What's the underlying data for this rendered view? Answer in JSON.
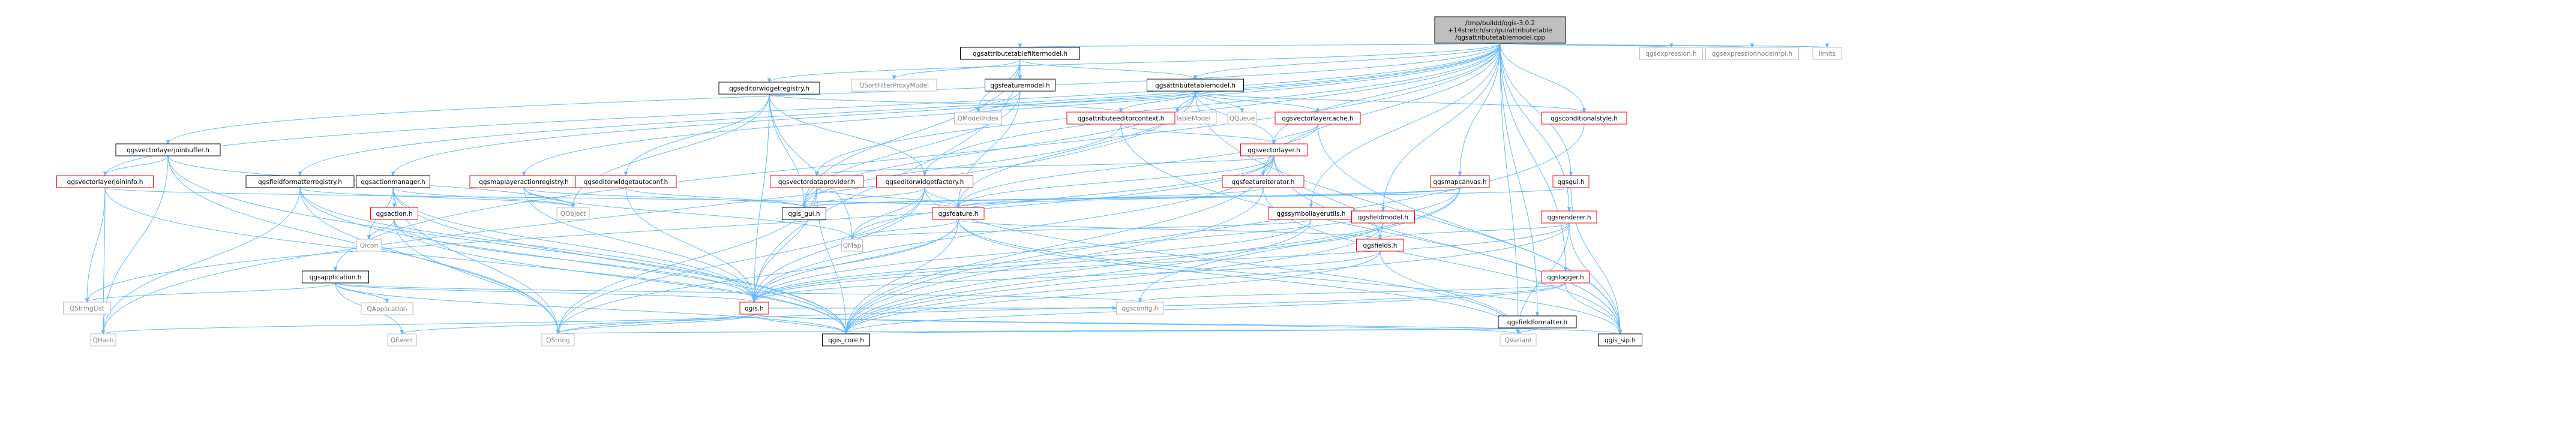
{
  "graph": {
    "colors": {
      "edge": "#63b8ff",
      "root_fill": "#bfbfbf",
      "node_fill": "#ffffff",
      "node_border_default": "#000000",
      "node_border_ref": "#ff0000",
      "node_border_external": "#bfbfbf",
      "text_default": "#000000",
      "text_external": "#808080"
    },
    "nodes": [
      {
        "id": "root",
        "label": [
          "/tmp/buildd/qgis-3.0.2",
          "+14stretch/src/gui/attributetable",
          "/qgsattributetablemodel.cpp"
        ],
        "kind": "root"
      },
      {
        "id": "qgsattributetablefiltermodel",
        "label": [
          "qgsattributetablefiltermodel.h"
        ],
        "kind": "default"
      },
      {
        "id": "qgsattributetablemodel",
        "label": [
          "qgsattributetablemodel.h"
        ],
        "kind": "default"
      },
      {
        "id": "qgseditorwidgetregistry",
        "label": [
          "qgseditorwidgetregistry.h"
        ],
        "kind": "default"
      },
      {
        "id": "qgsfeaturemodel",
        "label": [
          "qgsfeaturemodel.h"
        ],
        "kind": "default"
      },
      {
        "id": "qsortfilterproxymodel",
        "label": [
          "QSortFilterProxyModel"
        ],
        "kind": "external"
      },
      {
        "id": "qmodelindex",
        "label": [
          "QModelIndex"
        ],
        "kind": "external"
      },
      {
        "id": "qabstracttablemodel",
        "label": [
          "QAbstractTableModel"
        ],
        "kind": "external"
      },
      {
        "id": "qqueue",
        "label": [
          "QQueue"
        ],
        "kind": "external"
      },
      {
        "id": "qgsattributeeditorcontext",
        "label": [
          "qgsattributeeditorcontext.h"
        ],
        "kind": "ref"
      },
      {
        "id": "qgsvectorlayercache",
        "label": [
          "qgsvectorlayercache.h"
        ],
        "kind": "ref"
      },
      {
        "id": "qgsconditionalstyle",
        "label": [
          "qgsconditionalstyle.h"
        ],
        "kind": "ref"
      },
      {
        "id": "qgsvectorlayer",
        "label": [
          "qgsvectorlayer.h"
        ],
        "kind": "ref"
      },
      {
        "id": "qgsexpression",
        "label": [
          "qgsexpression.h"
        ],
        "kind": "external"
      },
      {
        "id": "qgsexpressionnodeimpl",
        "label": [
          "qgsexpressionnodeimpl.h"
        ],
        "kind": "external"
      },
      {
        "id": "limits",
        "label": [
          "limits"
        ],
        "kind": "external"
      },
      {
        "id": "qgsvectorlayerjoinbuffer",
        "label": [
          "qgsvectorlayerjoinbuffer.h"
        ],
        "kind": "default"
      },
      {
        "id": "qgsvectorlayerjoininfo",
        "label": [
          "qgsvectorlayerjoininfo.h"
        ],
        "kind": "ref"
      },
      {
        "id": "qgsfieldformatterregistry",
        "label": [
          "qgsfieldformatterregistry.h"
        ],
        "kind": "default"
      },
      {
        "id": "qgsactionmanager",
        "label": [
          "qgsactionmanager.h"
        ],
        "kind": "default"
      },
      {
        "id": "qgsaction",
        "label": [
          "qgsaction.h"
        ],
        "kind": "ref"
      },
      {
        "id": "qgsmaplayeractionregistry",
        "label": [
          "qgsmaplayeractionregistry.h"
        ],
        "kind": "ref"
      },
      {
        "id": "qgseditorwidgetautoconf",
        "label": [
          "qgseditorwidgetautoconf.h"
        ],
        "kind": "ref"
      },
      {
        "id": "qgsvectordataprovider",
        "label": [
          "qgsvectordataprovider.h"
        ],
        "kind": "ref"
      },
      {
        "id": "qgseditorwidgetfactory",
        "label": [
          "qgseditorwidgetfactory.h"
        ],
        "kind": "ref"
      },
      {
        "id": "qgsfeatureiterator",
        "label": [
          "qgsfeatureiterator.h"
        ],
        "kind": "ref"
      },
      {
        "id": "qgsmapcanvas",
        "label": [
          "qgsmapcanvas.h"
        ],
        "kind": "ref"
      },
      {
        "id": "qgsgui",
        "label": [
          "qgsgui.h"
        ],
        "kind": "ref"
      },
      {
        "id": "qobject",
        "label": [
          "QObject"
        ],
        "kind": "external"
      },
      {
        "id": "qgis_gui",
        "label": [
          "qgis_gui.h"
        ],
        "kind": "default"
      },
      {
        "id": "qgsfeature",
        "label": [
          "qgsfeature.h"
        ],
        "kind": "ref"
      },
      {
        "id": "qgssymbollayerutils",
        "label": [
          "qgssymbollayerutils.h"
        ],
        "kind": "ref"
      },
      {
        "id": "qgsfieldmodel",
        "label": [
          "qgsfieldmodel.h"
        ],
        "kind": "ref"
      },
      {
        "id": "qgsrenderer",
        "label": [
          "qgsrenderer.h"
        ],
        "kind": "ref"
      },
      {
        "id": "qicon",
        "label": [
          "QIcon"
        ],
        "kind": "external"
      },
      {
        "id": "qmap",
        "label": [
          "QMap"
        ],
        "kind": "external"
      },
      {
        "id": "qgsfields",
        "label": [
          "qgsfields.h"
        ],
        "kind": "ref"
      },
      {
        "id": "qgsapplication",
        "label": [
          "qgsapplication.h"
        ],
        "kind": "default"
      },
      {
        "id": "qapplication",
        "label": [
          "QApplication"
        ],
        "kind": "external"
      },
      {
        "id": "qstringlist",
        "label": [
          "QStringList"
        ],
        "kind": "external"
      },
      {
        "id": "qgslogger",
        "label": [
          "qgslogger.h"
        ],
        "kind": "ref"
      },
      {
        "id": "qgis",
        "label": [
          "qgis.h"
        ],
        "kind": "ref"
      },
      {
        "id": "qgsconfig",
        "label": [
          "qgsconfig.h"
        ],
        "kind": "external"
      },
      {
        "id": "qgsfieldformatter",
        "label": [
          "qgsfieldformatter.h"
        ],
        "kind": "default"
      },
      {
        "id": "qhash",
        "label": [
          "QHash"
        ],
        "kind": "external"
      },
      {
        "id": "qevent",
        "label": [
          "QEvent"
        ],
        "kind": "external"
      },
      {
        "id": "qstring",
        "label": [
          "QString"
        ],
        "kind": "external"
      },
      {
        "id": "qgis_core",
        "label": [
          "qgis_core.h"
        ],
        "kind": "default"
      },
      {
        "id": "qvariant",
        "label": [
          "QVariant"
        ],
        "kind": "external"
      },
      {
        "id": "qgis_sip",
        "label": [
          "qgis_sip.h"
        ],
        "kind": "default"
      }
    ],
    "edges": [
      [
        "root",
        "qgsattributetablefiltermodel"
      ],
      [
        "root",
        "qgsattributetablemodel"
      ],
      [
        "root",
        "qgseditorwidgetregistry"
      ],
      [
        "root",
        "qgsconditionalstyle"
      ],
      [
        "root",
        "qgsvectorlayer"
      ],
      [
        "root",
        "qgsexpression"
      ],
      [
        "root",
        "qgsexpressionnodeimpl"
      ],
      [
        "root",
        "limits"
      ],
      [
        "root",
        "qgsvectorlayerjoinbuffer"
      ],
      [
        "root",
        "qgsvectorlayerjoininfo"
      ],
      [
        "root",
        "qgsfieldformatterregistry"
      ],
      [
        "root",
        "qgsactionmanager"
      ],
      [
        "root",
        "qgsmaplayeractionregistry"
      ],
      [
        "root",
        "qgsvectordataprovider"
      ],
      [
        "root",
        "qgseditorwidgetfactory"
      ],
      [
        "root",
        "qgsfeatureiterator"
      ],
      [
        "root",
        "qgsmapcanvas"
      ],
      [
        "root",
        "qgsgui"
      ],
      [
        "root",
        "qgsrenderer"
      ],
      [
        "root",
        "qgslogger"
      ],
      [
        "root",
        "qgsapplication"
      ],
      [
        "root",
        "qgsfieldformatter"
      ],
      [
        "root",
        "qgssymbollayerutils"
      ],
      [
        "root",
        "qgsfieldmodel"
      ],
      [
        "root",
        "qvariant"
      ],
      [
        "qgsattributetablefiltermodel",
        "qsortfilterproxymodel"
      ],
      [
        "qgsattributetablefiltermodel",
        "qgsfeaturemodel"
      ],
      [
        "qgsattributetablefiltermodel",
        "qgsattributetablemodel"
      ],
      [
        "qgsattributetablefiltermodel",
        "qmodelindex"
      ],
      [
        "qgsattributetablefiltermodel",
        "qgis_gui"
      ],
      [
        "qgsattributetablefiltermodel",
        "qgis"
      ],
      [
        "qgsfeaturemodel",
        "qmodelindex"
      ],
      [
        "qgsfeaturemodel",
        "qgis_gui"
      ],
      [
        "qgsfeaturemodel",
        "qgsfeature"
      ],
      [
        "qgsattributetablemodel",
        "qabstracttablemodel"
      ],
      [
        "qgsattributetablemodel",
        "qmodelindex"
      ],
      [
        "qgsattributetablemodel",
        "qqueue"
      ],
      [
        "qgsattributetablemodel",
        "qgsattributeeditorcontext"
      ],
      [
        "qgsattributetablemodel",
        "qgsvectorlayercache"
      ],
      [
        "qgsattributetablemodel",
        "qgsconditionalstyle"
      ],
      [
        "qgsattributetablemodel",
        "qgsvectorlayer"
      ],
      [
        "qgsattributetablemodel",
        "qgis_gui"
      ],
      [
        "qgsattributetablemodel",
        "qgis_sip"
      ],
      [
        "qgsattributetablemodel",
        "qgsfeature"
      ],
      [
        "qgsattributetablemodel",
        "qhash"
      ],
      [
        "qgseditorwidgetregistry",
        "qobject"
      ],
      [
        "qgseditorwidgetregistry",
        "qmap"
      ],
      [
        "qgseditorwidgetregistry",
        "qgseditorwidgetautoconf"
      ],
      [
        "qgseditorwidgetregistry",
        "qgseditorwidgetfactory"
      ],
      [
        "qgseditorwidgetregistry",
        "qgsattributeeditorcontext"
      ],
      [
        "qgseditorwidgetregistry",
        "qgis_gui"
      ],
      [
        "qgseditorwidgetregistry",
        "qgis"
      ],
      [
        "qgsattributeeditorcontext",
        "qgsvectorlayer"
      ],
      [
        "qgsattributeeditorcontext",
        "qgis_gui"
      ],
      [
        "qgsattributeeditorcontext",
        "qgis_sip"
      ],
      [
        "qgsvectorlayercache",
        "qgsvectorlayer"
      ],
      [
        "qgsvectorlayercache",
        "qgis_sip"
      ],
      [
        "qgsvectorlayercache",
        "qgsfeature"
      ],
      [
        "qgsconditionalstyle",
        "qgis_core"
      ],
      [
        "qgsvectorlayer",
        "qgis_core"
      ],
      [
        "qgsvectorlayer",
        "qmap"
      ],
      [
        "qgsvectorlayer",
        "qgsfeature"
      ],
      [
        "qgsvectorlayer",
        "qgsfields"
      ],
      [
        "qgsvectorlayer",
        "qgsfeatureiterator"
      ],
      [
        "qgsvectorlayer",
        "qgsvectordataprovider"
      ],
      [
        "qgsvectorlayer",
        "qstringlist"
      ],
      [
        "qgsvectorlayer",
        "qgis"
      ],
      [
        "qgsvectorlayer",
        "qgis_sip"
      ],
      [
        "qgsvectorlayerjoinbuffer",
        "qgsvectorlayerjoininfo"
      ],
      [
        "qgsvectorlayerjoinbuffer",
        "qgis_core"
      ],
      [
        "qgsvectorlayerjoinbuffer",
        "qhash"
      ],
      [
        "qgsvectorlayerjoinbuffer",
        "qstring"
      ],
      [
        "qgsvectorlayerjoinbuffer",
        "qobject"
      ],
      [
        "qgsvectorlayerjoininfo",
        "qgsfeature"
      ],
      [
        "qgsvectorlayerjoininfo",
        "qstringlist"
      ],
      [
        "qgsvectorlayerjoininfo",
        "qhash"
      ],
      [
        "qgsvectorlayerjoininfo",
        "qgis_core"
      ],
      [
        "qgsfieldformatterregistry",
        "qobject"
      ],
      [
        "qgsfieldformatterregistry",
        "qhash"
      ],
      [
        "qgsfieldformatterregistry",
        "qgis"
      ],
      [
        "qgsfieldformatterregistry",
        "qgis_core"
      ],
      [
        "qgsfieldformatterregistry",
        "qstring"
      ],
      [
        "qgsactionmanager",
        "qgsaction"
      ],
      [
        "qgsactionmanager",
        "qicon"
      ],
      [
        "qgsactionmanager",
        "qobject"
      ],
      [
        "qgsactionmanager",
        "qstring"
      ],
      [
        "qgsactionmanager",
        "qgis"
      ],
      [
        "qgsactionmanager",
        "qgis_core"
      ],
      [
        "qgsaction",
        "qicon"
      ],
      [
        "qgsaction",
        "qstring"
      ],
      [
        "qgsaction",
        "qgis"
      ],
      [
        "qgsaction",
        "qgis_core"
      ],
      [
        "qgsmaplayeractionregistry",
        "qobject"
      ],
      [
        "qgsmaplayeractionregistry",
        "qgis_gui"
      ],
      [
        "qgsmaplayeractionregistry",
        "qgis"
      ],
      [
        "qgsmaplayeractionregistry",
        "qmap"
      ],
      [
        "qgseditorwidgetautoconf",
        "qgis"
      ],
      [
        "qgseditorwidgetautoconf",
        "qgis_gui"
      ],
      [
        "qgsvectordataprovider",
        "qgis_core"
      ],
      [
        "qgsvectordataprovider",
        "qgis"
      ],
      [
        "qgsvectordataprovider",
        "qgsfeature"
      ],
      [
        "qgsvectordataprovider",
        "qstring"
      ],
      [
        "qgseditorwidgetfactory",
        "qgis_gui"
      ],
      [
        "qgseditorwidgetfactory",
        "qgis"
      ],
      [
        "qgseditorwidgetfactory",
        "qgsfeature"
      ],
      [
        "qgseditorwidgetfactory",
        "qvariant"
      ],
      [
        "qgseditorwidgetfactory",
        "qstring"
      ],
      [
        "qgseditorwidgetfactory",
        "qmap"
      ],
      [
        "qgsfeatureiterator",
        "qgis_core"
      ],
      [
        "qgsfeatureiterator",
        "qgsfeature"
      ],
      [
        "qgsfeatureiterator",
        "qgis_sip"
      ],
      [
        "qgsmapcanvas",
        "qgis"
      ],
      [
        "qgsmapcanvas",
        "qgis_gui"
      ],
      [
        "qgsmapcanvas",
        "qgsfeature"
      ],
      [
        "qgsmapcanvas",
        "qgis_core"
      ],
      [
        "qgsmapcanvas",
        "qgsconfig"
      ],
      [
        "qgsgui",
        "qgis_gui"
      ],
      [
        "qgsgui",
        "qgis_sip"
      ],
      [
        "qgsfeature",
        "qgis"
      ],
      [
        "qgsfeature",
        "qgis_core"
      ],
      [
        "qgsfeature",
        "qmap"
      ],
      [
        "qgsfeature",
        "qgsfields"
      ],
      [
        "qgsfeature",
        "qvariant"
      ],
      [
        "qgsfeature",
        "qstring"
      ],
      [
        "qgsfeature",
        "qgis_sip"
      ],
      [
        "qgssymbollayerutils",
        "qgis"
      ],
      [
        "qgssymbollayerutils",
        "qmap"
      ],
      [
        "qgssymbollayerutils",
        "qgis_core"
      ],
      [
        "qgsfieldmodel",
        "qgsfields"
      ],
      [
        "qgsfieldmodel",
        "qgis_core"
      ],
      [
        "qgsfieldmodel",
        "qgis"
      ],
      [
        "qgsrenderer",
        "qgis"
      ],
      [
        "qgsrenderer",
        "qgsfields"
      ],
      [
        "qgsrenderer",
        "qgis_core"
      ],
      [
        "qgsrenderer",
        "qgis_sip"
      ],
      [
        "qgsrenderer",
        "qvariant"
      ],
      [
        "qgsfields",
        "qgis"
      ],
      [
        "qgsfields",
        "qgis_core"
      ],
      [
        "qgsfields",
        "qvariant"
      ],
      [
        "qgsapplication",
        "qapplication"
      ],
      [
        "qgsapplication",
        "qevent"
      ],
      [
        "qgsapplication",
        "qstringlist"
      ],
      [
        "qgsapplication",
        "qgis"
      ],
      [
        "qgsapplication",
        "qgsconfig"
      ],
      [
        "qgsapplication",
        "qgis_core"
      ],
      [
        "qgslogger",
        "qstring"
      ],
      [
        "qgslogger",
        "qgis_core"
      ],
      [
        "qgslogger",
        "qgsconfig"
      ],
      [
        "qgslogger",
        "qgis_sip"
      ],
      [
        "qgis",
        "qstring"
      ],
      [
        "qgis",
        "qevent"
      ],
      [
        "qgis",
        "qhash"
      ],
      [
        "qgis",
        "qgis_core"
      ],
      [
        "qgis",
        "qgis_sip"
      ],
      [
        "qgis",
        "qvariant"
      ],
      [
        "qgis",
        "qgsconfig"
      ],
      [
        "qgsfieldformatter",
        "qstring"
      ],
      [
        "qgsfieldformatter",
        "qvariant"
      ],
      [
        "qgsfieldformatter",
        "qgis_core"
      ]
    ]
  }
}
